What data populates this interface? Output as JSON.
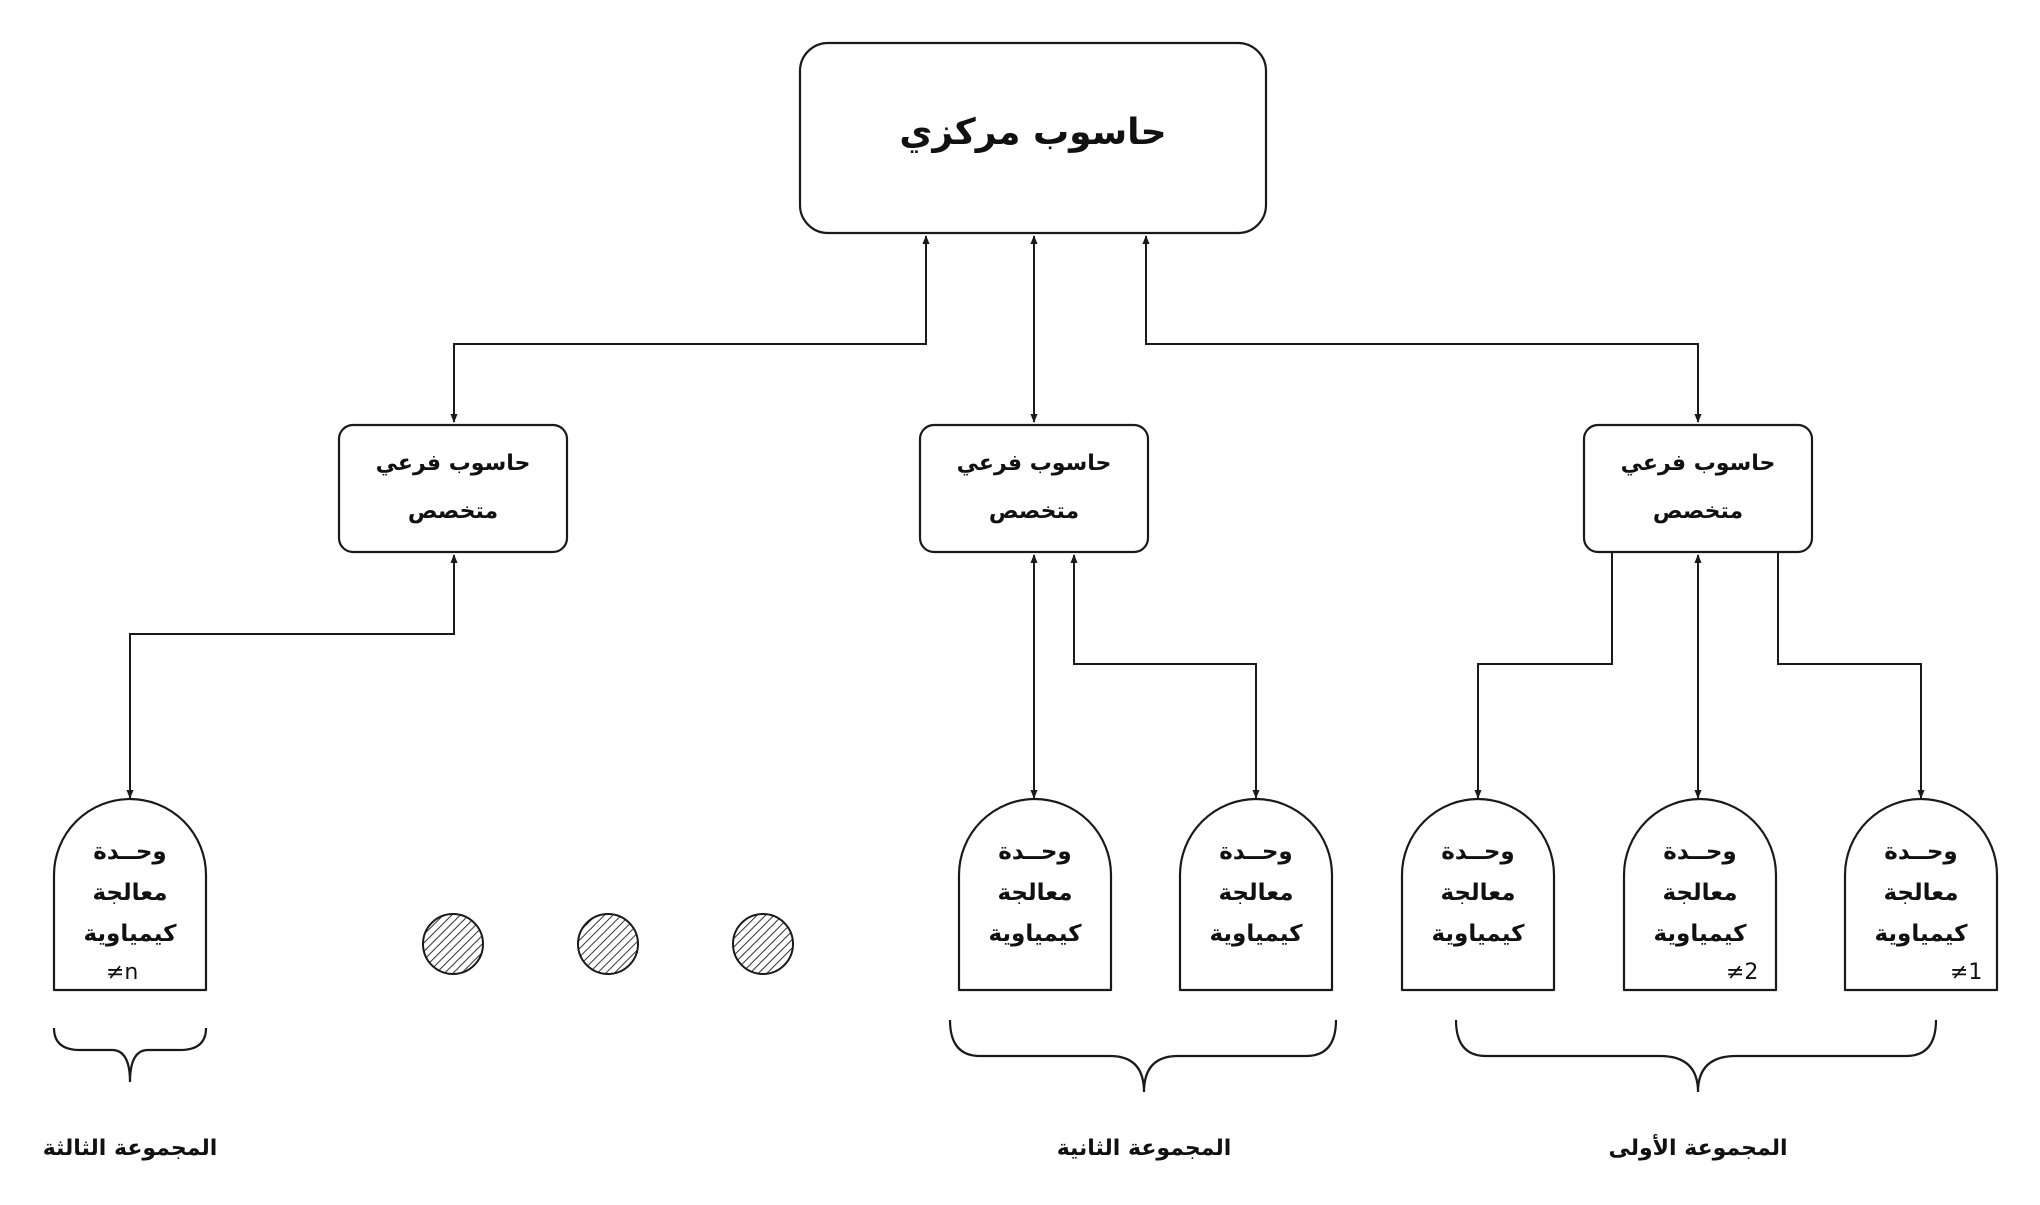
{
  "central": {
    "label": "حاسوب مركزي"
  },
  "sub_computer": {
    "line1": "حاسوب فرعي",
    "line2": "متخصص"
  },
  "unit": {
    "line1": "وحــدة",
    "line2": "معالجة",
    "line3": "كيمياوية"
  },
  "unit_numbers": [
    "≠1",
    "≠2",
    "≠n"
  ],
  "groups": {
    "first": "المجموعة الأولى",
    "second": "المجموعة الثانية",
    "third": "المجموعة الثالثة"
  },
  "colors": {
    "stroke": "#1a1a1a",
    "hatch": "#333333",
    "background": "#ffffff"
  }
}
